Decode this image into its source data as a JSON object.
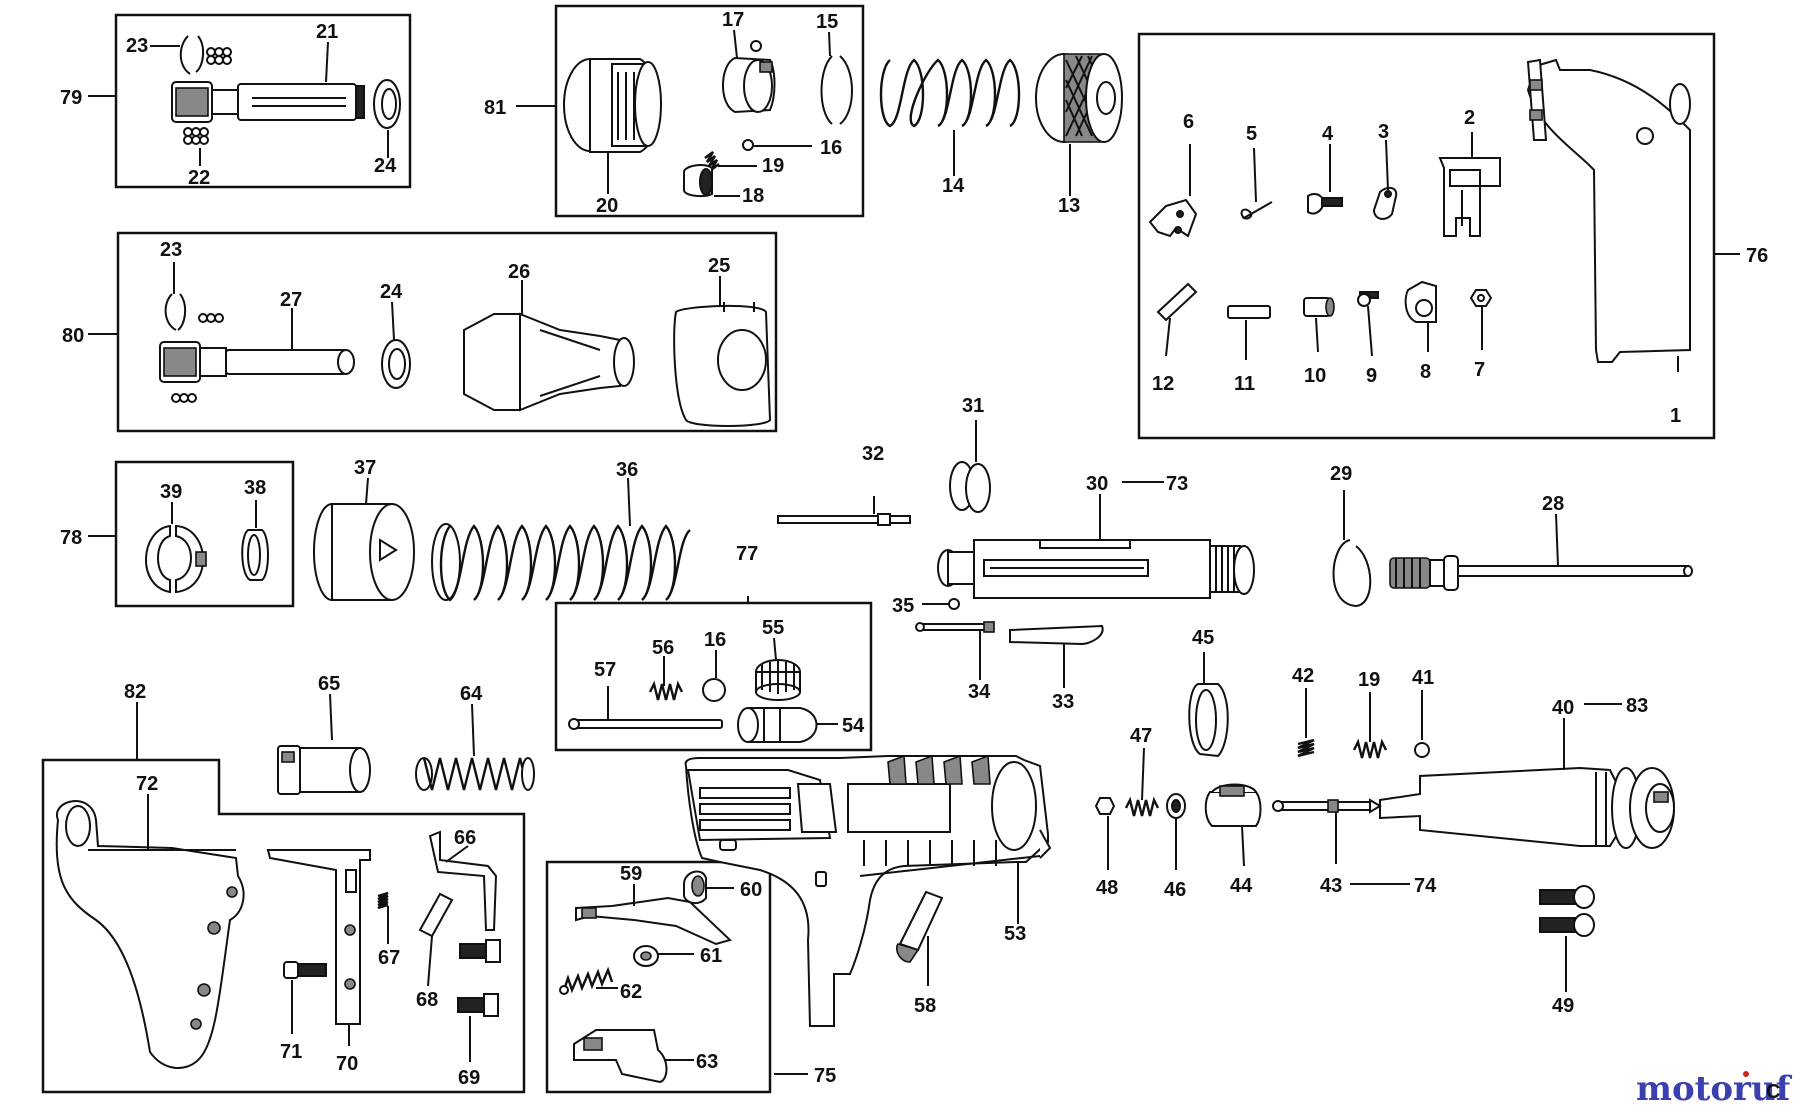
{
  "callouts": {
    "n79": "79",
    "n23a": "23",
    "n21": "21",
    "n22": "22",
    "n24a": "24",
    "n81": "81",
    "n17": "17",
    "n15": "15",
    "n20": "20",
    "n16a": "16",
    "n19a": "19",
    "n18": "18",
    "n14": "14",
    "n13": "13",
    "n76": "76",
    "n6": "6",
    "n5": "5",
    "n4": "4",
    "n3": "3",
    "n2": "2",
    "n1": "1",
    "n12": "12",
    "n11": "11",
    "n10": "10",
    "n9": "9",
    "n8": "8",
    "n7": "7",
    "n80": "80",
    "n23b": "23",
    "n27": "27",
    "n24b": "24",
    "n26": "26",
    "n25": "25",
    "n78": "78",
    "n39": "39",
    "n38": "38",
    "n37": "37",
    "n36": "36",
    "n32": "32",
    "n31": "31",
    "n30": "30",
    "n73": "73",
    "n29": "29",
    "n28": "28",
    "n35": "35",
    "n34": "34",
    "n33": "33",
    "n77": "77",
    "n57": "57",
    "n56": "56",
    "n16b": "16",
    "n55": "55",
    "n54": "54",
    "n82": "82",
    "n72": "72",
    "n65": "65",
    "n64": "64",
    "n66": "66",
    "n67": "67",
    "n68": "68",
    "n71": "71",
    "n70": "70",
    "n69": "69",
    "n75": "75",
    "n59": "59",
    "n60": "60",
    "n61": "61",
    "n62": "62",
    "n63": "63",
    "n53": "53",
    "n58": "58",
    "n45": "45",
    "n42": "42",
    "n19b": "19",
    "n41": "41",
    "n40": "40",
    "n83": "83",
    "n47": "47",
    "n48": "48",
    "n46": "46",
    "n44": "44",
    "n43": "43",
    "n74": "74",
    "n49": "49"
  },
  "watermark": {
    "text": "motoruf",
    "suffix": "C"
  },
  "colors": {
    "ink": "#111111",
    "fill": "#ffffff",
    "watermark_blue": "#3b3fb0",
    "watermark_red": "#d0261b"
  }
}
